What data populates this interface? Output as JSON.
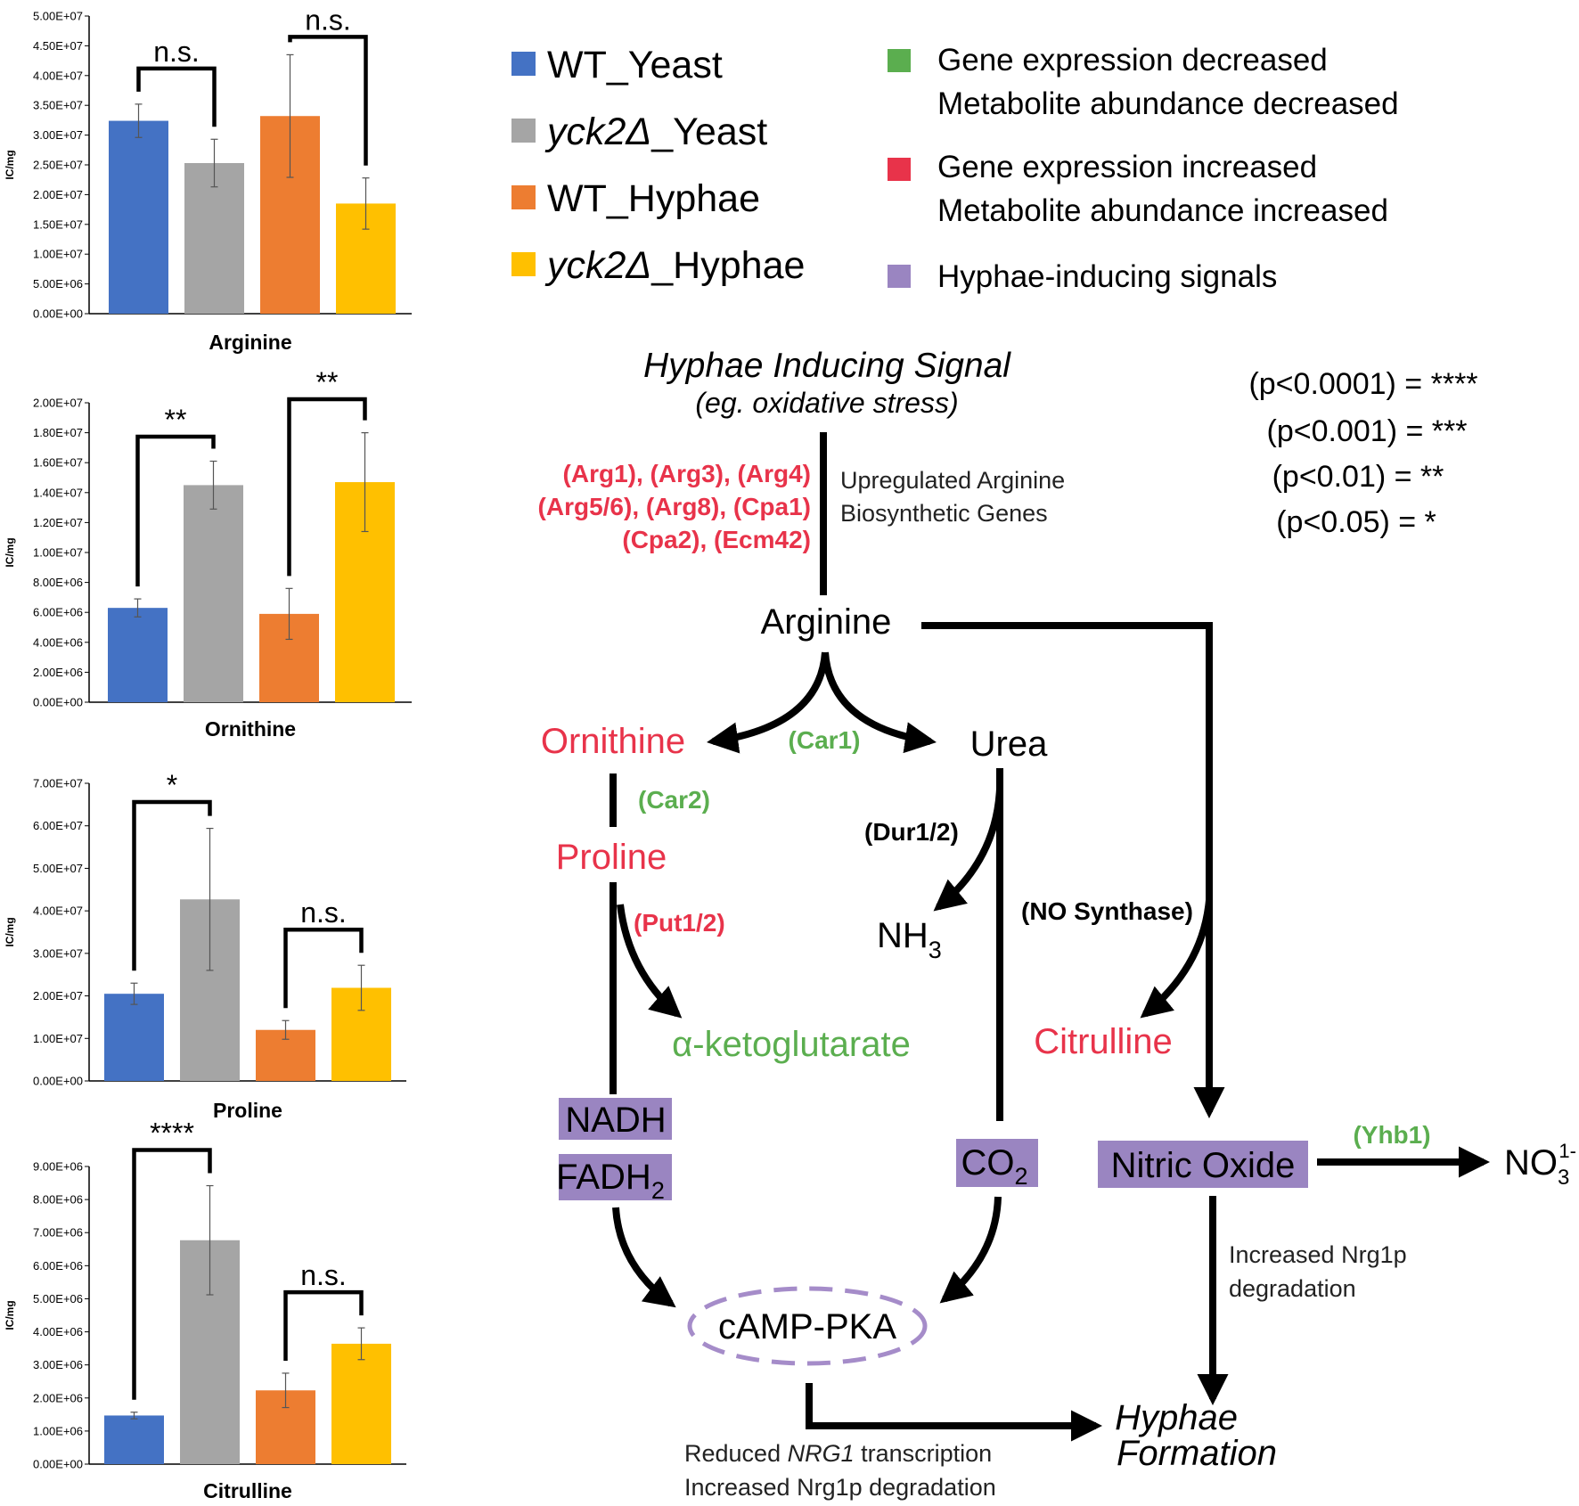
{
  "legend": {
    "groups": [
      {
        "label": "WT_Yeast",
        "color": "#4472C4"
      },
      {
        "label": "yck2Δ_Yeast",
        "color": "#A5A5A5",
        "italic_part": "yck2Δ"
      },
      {
        "label": "WT_Hyphae",
        "color": "#ED7D31"
      },
      {
        "label": "yck2Δ_Hyphae",
        "color": "#FFC000",
        "italic_part": "yck2Δ"
      }
    ],
    "keys": [
      {
        "color": "#5BAE4F",
        "lines": [
          "Gene expression decreased",
          "Metabolite abundance decreased"
        ]
      },
      {
        "color": "#E8334A",
        "lines": [
          "Gene expression increased",
          "Metabolite abundance increased"
        ]
      },
      {
        "color": "#9A85C1",
        "lines": [
          "Hyphae-inducing signals"
        ]
      }
    ]
  },
  "significance_key": [
    "(p<0.0001) = ****",
    "(p<0.001) = ***",
    "(p<0.01) = **",
    "(p<0.05) = *"
  ],
  "pathway": {
    "signal_title": "Hyphae Inducing Signal",
    "signal_subtitle": "(eg. oxidative stress)",
    "genes_line1": "(Arg1), (Arg3), (Arg4)",
    "genes_line2": "(Arg5/6), (Arg8), (Cpa1)",
    "genes_line3": "(Cpa2), (Ecm42)",
    "upreg_line1": "Upregulated Arginine",
    "upreg_line2": "Biosynthetic Genes",
    "arginine": "Arginine",
    "ornithine": "Ornithine",
    "urea": "Urea",
    "car1": "(Car1)",
    "car2": "(Car2)",
    "proline": "Proline",
    "put": "(Put1/2)",
    "akg": "α-ketoglutarate",
    "dur": "(Dur1/2)",
    "nh3": "NH",
    "nh3_sub": "3",
    "nos": "(NO Synthase)",
    "citrulline": "Citrulline",
    "nadh": "NADH",
    "fadh": "FADH",
    "fadh_sub": "2",
    "co2": "CO",
    "co2_sub": "2",
    "no": "Nitric Oxide",
    "yhb1": "(Yhb1)",
    "no3": "NO",
    "no3_sub": "3",
    "no3_sup": "1-",
    "camp": "cAMP-PKA",
    "nrg_line1": "Increased Nrg1p",
    "nrg_line2": "degradation",
    "reduced_pre": "Reduced ",
    "reduced_gene": "NRG1",
    "reduced_post": " transcription",
    "reduced_line2": "Increased Nrg1p degradation",
    "hyphae1": "Hyphae",
    "hyphae2": "Formation"
  },
  "colors": {
    "red": "#E8334A",
    "green": "#5BAE4F",
    "purple": "#9A85C1",
    "dashed": "#A58CC9"
  },
  "chart_data": [
    {
      "type": "bar",
      "title": "",
      "xlabel": "Arginine",
      "ylabel": "IC/mg",
      "categories": [
        "WT_Yeast",
        "yck2Δ_Yeast",
        "WT_Hyphae",
        "yck2Δ_Hyphae"
      ],
      "values": [
        32400000,
        25300000,
        33200000,
        18500000
      ],
      "errors": [
        2800000,
        4000000,
        10300000,
        4300000
      ],
      "ylim": [
        0,
        50000000
      ],
      "yticks": [
        "0.00E+00",
        "5.00E+06",
        "1.00E+07",
        "1.50E+07",
        "2.00E+07",
        "2.50E+07",
        "3.00E+07",
        "3.50E+07",
        "4.00E+07",
        "4.50E+07",
        "5.00E+07"
      ],
      "grid": false,
      "comparisons": [
        {
          "from": 0,
          "to": 1,
          "label": "n.s."
        },
        {
          "from": 2,
          "to": 3,
          "label": "n.s."
        }
      ]
    },
    {
      "type": "bar",
      "title": "",
      "xlabel": "Ornithine",
      "ylabel": "IC/mg",
      "categories": [
        "WT_Yeast",
        "yck2Δ_Yeast",
        "WT_Hyphae",
        "yck2Δ_Hyphae"
      ],
      "values": [
        6300000,
        14500000,
        5900000,
        14700000
      ],
      "errors": [
        600000,
        1600000,
        1700000,
        3300000
      ],
      "ylim": [
        0,
        20000000
      ],
      "yticks": [
        "0.00E+00",
        "2.00E+06",
        "4.00E+06",
        "6.00E+06",
        "8.00E+06",
        "1.00E+07",
        "1.20E+07",
        "1.40E+07",
        "1.60E+07",
        "1.80E+07",
        "2.00E+07"
      ],
      "grid": false,
      "comparisons": [
        {
          "from": 0,
          "to": 1,
          "label": "**"
        },
        {
          "from": 2,
          "to": 3,
          "label": "**"
        }
      ]
    },
    {
      "type": "bar",
      "title": "",
      "xlabel": "Proline",
      "ylabel": "IC/mg",
      "categories": [
        "WT_Yeast",
        "yck2Δ_Yeast",
        "WT_Hyphae",
        "yck2Δ_Hyphae"
      ],
      "values": [
        20500000,
        42700000,
        12000000,
        21900000
      ],
      "errors": [
        2500000,
        16700000,
        2200000,
        5300000
      ],
      "ylim": [
        0,
        70000000
      ],
      "yticks": [
        "0.00E+00",
        "1.00E+07",
        "2.00E+07",
        "3.00E+07",
        "4.00E+07",
        "5.00E+07",
        "6.00E+07",
        "7.00E+07"
      ],
      "grid": false,
      "comparisons": [
        {
          "from": 0,
          "to": 1,
          "label": "*"
        },
        {
          "from": 2,
          "to": 3,
          "label": "n.s."
        }
      ]
    },
    {
      "type": "bar",
      "title": "",
      "xlabel": "Citrulline",
      "ylabel": "IC/mg",
      "categories": [
        "WT_Yeast",
        "yck2Δ_Yeast",
        "WT_Hyphae",
        "yck2Δ_Hyphae"
      ],
      "values": [
        1470000,
        6770000,
        2230000,
        3640000
      ],
      "errors": [
        100000,
        1650000,
        520000,
        480000
      ],
      "ylim": [
        0,
        9000000
      ],
      "yticks": [
        "0.00E+00",
        "1.00E+06",
        "2.00E+06",
        "3.00E+06",
        "4.00E+06",
        "5.00E+06",
        "6.00E+06",
        "7.00E+06",
        "8.00E+06",
        "9.00E+06"
      ],
      "grid": false,
      "comparisons": [
        {
          "from": 0,
          "to": 1,
          "label": "****"
        },
        {
          "from": 2,
          "to": 3,
          "label": "n.s."
        }
      ]
    }
  ]
}
